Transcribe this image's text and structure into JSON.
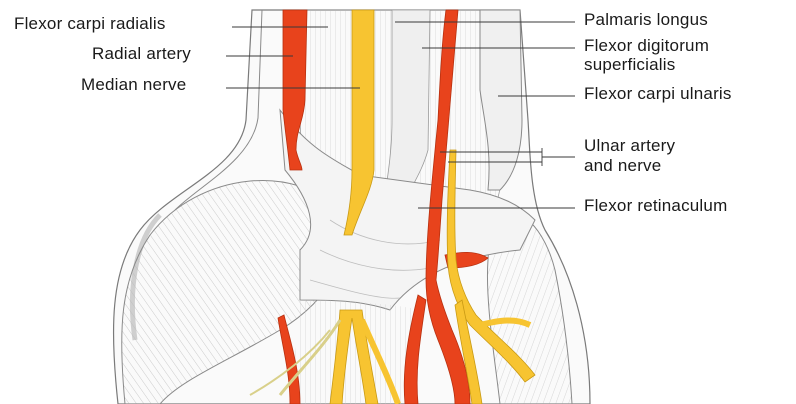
{
  "labels": {
    "flexor_carpi_radialis": "Flexor carpi  radialis",
    "radial_artery": "Radial artery",
    "median_nerve": "Median nerve",
    "palmaris_longus": "Palmaris longus",
    "fds_line1": "Flexor  digitorum",
    "fds_line2": "superficialis",
    "flexor_carpi_ulnaris": "Flexor carpi  ulnaris",
    "ulnar_line1": "Ulnar artery",
    "ulnar_line2": "and nerve",
    "flexor_retinaculum": "Flexor  retinaculum"
  },
  "colors": {
    "artery": "#e8431c",
    "nerve": "#f7c431",
    "outline": "#7a7a7a",
    "tissue": "#f2f2f2",
    "skin": "#e6e6e6"
  }
}
